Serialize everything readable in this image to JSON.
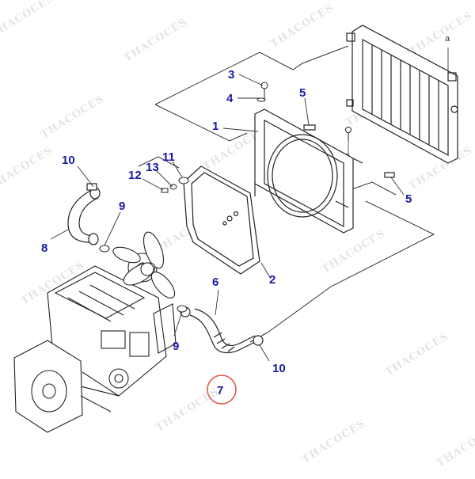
{
  "diagram": {
    "watermark_text": "THACOCES",
    "letter_marks": [
      "a",
      "a"
    ],
    "highlighted_part": "7",
    "colors": {
      "callout": "#1a1aa6",
      "highlight_ring": "#e05a4a",
      "line": "#222222",
      "leader": "#333333"
    },
    "callouts": [
      "1",
      "2",
      "3",
      "4",
      "5",
      "5",
      "6",
      "7",
      "8",
      "9",
      "9",
      "10",
      "10",
      "11",
      "12",
      "13"
    ]
  }
}
